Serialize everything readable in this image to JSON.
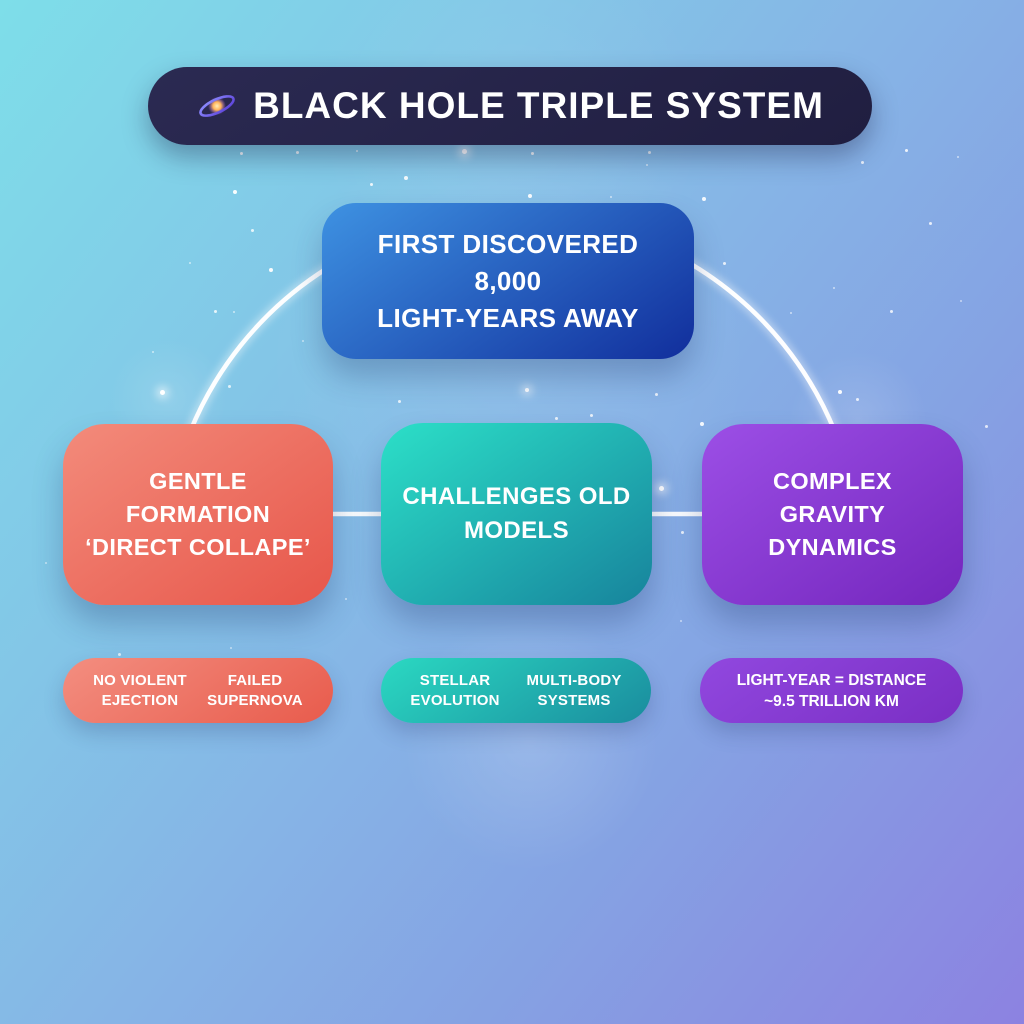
{
  "header": {
    "title": "BLACK HOLE TRIPLE SYSTEM",
    "icon": "galaxy-icon",
    "color_from": "#2B2A52",
    "color_to": "#201E40"
  },
  "nodes": {
    "top": {
      "lines": [
        "FIRST DISCOVERED",
        "8,000",
        "LIGHT-YEARS AWAY"
      ],
      "color_from": "#3E92E2",
      "color_to": "#112E9C"
    },
    "left": {
      "lines": [
        "GENTLE",
        "FORMATION",
        "‘DIRECT COLLAPE’"
      ],
      "color_from": "#F38B7B",
      "color_to": "#E7564A"
    },
    "center": {
      "lines": [
        "CHALLENGES OLD",
        "MODELS"
      ],
      "color_from": "#2CE0C8",
      "color_to": "#17839C"
    },
    "right": {
      "lines": [
        "COMPLEX",
        "GRAVITY",
        "DYNAMICS"
      ],
      "color_from": "#9C4FE6",
      "color_to": "#7426BD"
    }
  },
  "badges": {
    "left": {
      "col1": [
        "NO VIOLENT",
        "EJECTION"
      ],
      "col2": [
        "FAILED",
        "SUPERNOVA"
      ],
      "color_from": "#F38E80",
      "color_to": "#E85B4C"
    },
    "center": {
      "col1": [
        "STELLAR",
        "EVOLUTION"
      ],
      "col2": [
        "MULTI-BODY",
        "SYSTEMS"
      ],
      "color_from": "#2BD9C2",
      "color_to": "#1A8C9E"
    },
    "right": {
      "lines": [
        "LIGHT-YEAR = DISTANCE",
        "~9.5 TRILLION KM"
      ],
      "color_from": "#9148DF",
      "color_to": "#7A2EC4"
    }
  },
  "connector_color": "#ffffff"
}
